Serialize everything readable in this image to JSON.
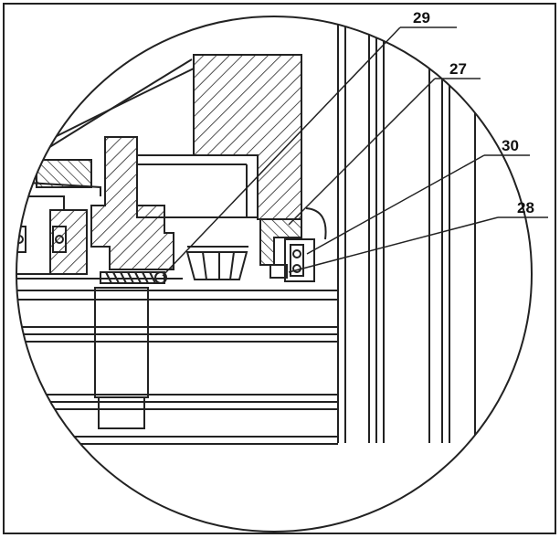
{
  "drawing": {
    "labels": [
      {
        "id": "callout-29",
        "text": "29"
      },
      {
        "id": "callout-27",
        "text": "27"
      },
      {
        "id": "callout-30",
        "text": "30"
      },
      {
        "id": "callout-28",
        "text": "28"
      }
    ],
    "colors": {
      "line": "#222222",
      "background": "#ffffff"
    }
  }
}
